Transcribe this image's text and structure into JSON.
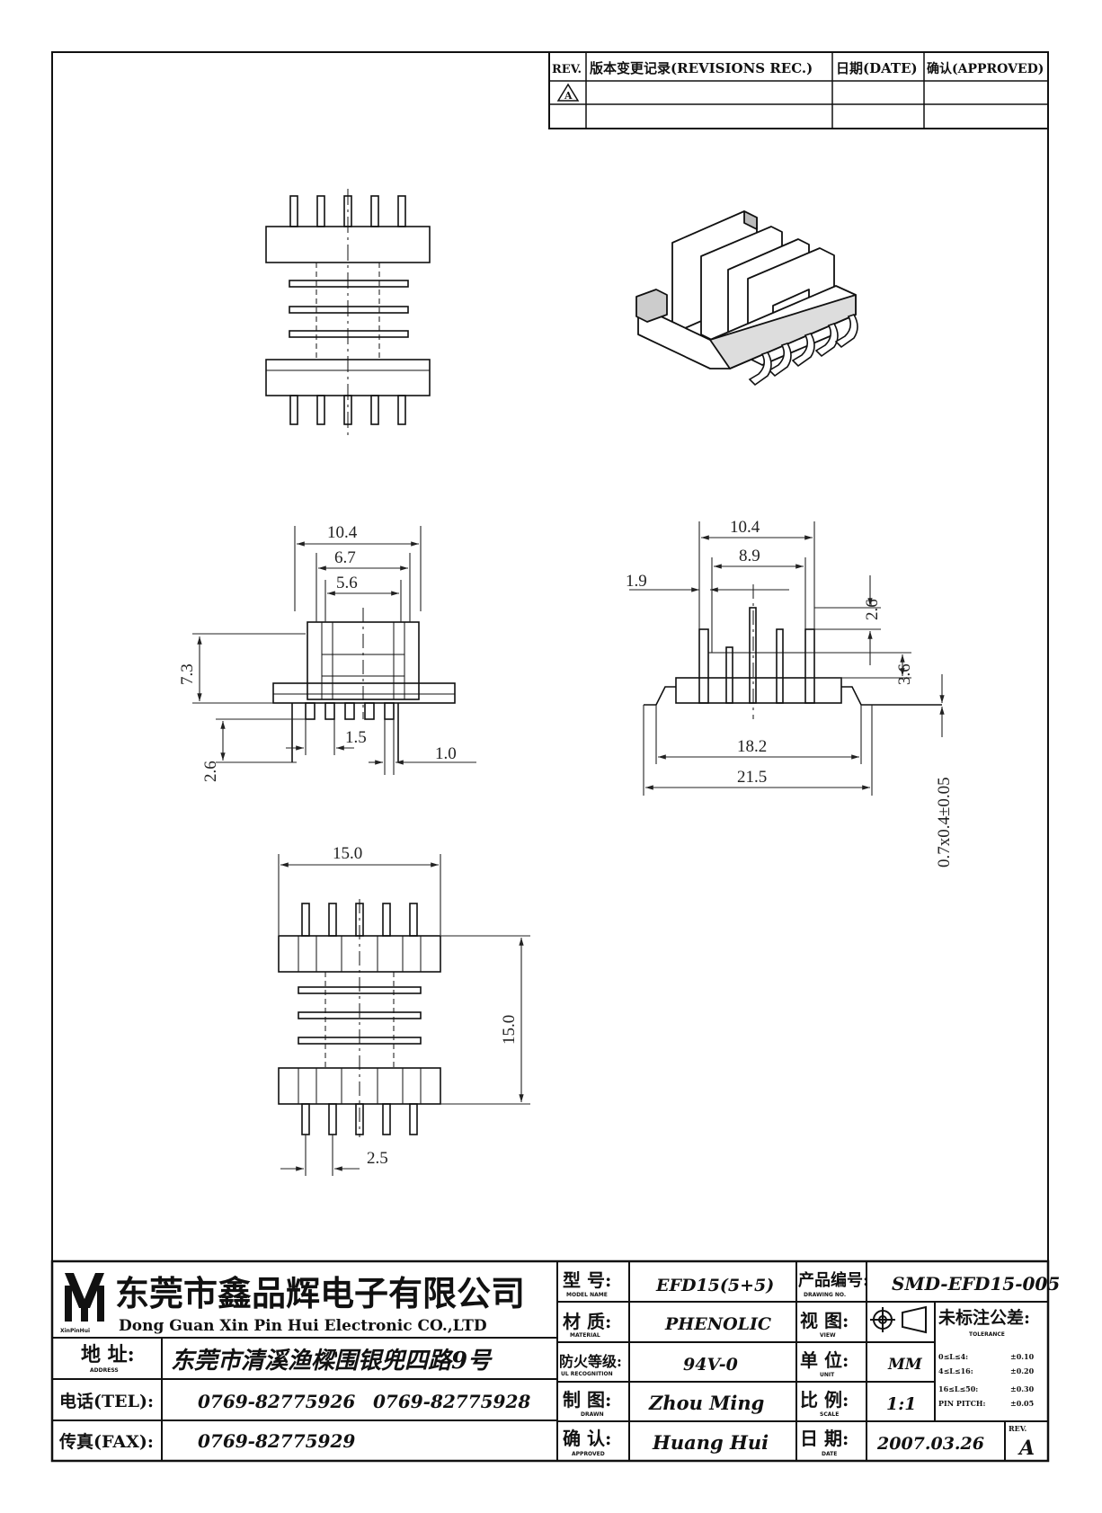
{
  "revision_table": {
    "rev_header": "REV.",
    "rec_header": "版本变更记录(REVISIONS REC.)",
    "date_header": "日期(DATE)",
    "approved_header": "确认(APPROVED)",
    "rows": [
      {
        "rev": "A",
        "rec": "",
        "date": "",
        "approved": ""
      },
      {
        "rev": "",
        "rec": "",
        "date": "",
        "approved": ""
      }
    ]
  },
  "dimensions": {
    "front_width": "10.4",
    "front_inner": "6.7",
    "front_core": "5.6",
    "front_height": "7.3",
    "front_pin_len": "2.6",
    "front_pitch": "1.5",
    "front_pin_w": "1.0",
    "side_width": "10.4",
    "side_inner": "8.9",
    "side_flange": "1.9",
    "side_top": "2.6",
    "side_core": "3.6",
    "side_pin_span": "18.2",
    "side_total": "21.5",
    "side_pin_thick": "0.7x0.4±0.05",
    "bottom_width": "15.0",
    "bottom_height": "15.0",
    "bottom_pitch": "2.5"
  },
  "title_block": {
    "company_cn": "东莞市鑫品辉电子有限公司",
    "company_en": "Dong Guan Xin Pin Hui Electronic CO.,LTD",
    "logo_caption": "XinPinHui",
    "address_label": "地 址:",
    "address_label_en": "ADDRESS",
    "address": "东莞市清溪渔樑围银兜四路9号",
    "tel_label": "电话(TEL):",
    "tel1": "0769-82775926",
    "tel2": "0769-82775928",
    "fax_label": "传真(FAX):",
    "fax": "0769-82775929",
    "model_label": "型 号:",
    "model_label_en": "MODEL NAME",
    "model": "EFD15(5+5)",
    "material_label": "材 质:",
    "material_label_en": "MATERIAL",
    "material": "PHENOLIC",
    "fire_label": "防火等级:",
    "fire_label_en": "UL RECOGNITION",
    "fire": "94V-0",
    "drawn_label": "制 图:",
    "drawn_label_en": "DRAWN",
    "drawn": "Zhou Ming",
    "approved_label": "确 认:",
    "approved_label_en": "APPROVED",
    "approved": "Huang Hui",
    "part_label": "产品编号:",
    "part_label_en": "DRAWING NO.",
    "part_no": "SMD-EFD15-005",
    "view_label": "视 图:",
    "view_label_en": "VIEW",
    "unit_label": "单 位:",
    "unit_label_en": "UNIT",
    "unit": "MM",
    "scale_label": "比 例:",
    "scale_label_en": "SCALE",
    "scale": "1:1",
    "date_label": "日 期:",
    "date_label_en": "DATE",
    "date": "2007.03.26",
    "tolerance_label": "未标注公差:",
    "tolerance_label_en": "TOLERANCE",
    "tol_rows": [
      {
        "range": "0≤L≤4:",
        "value": "±0.10"
      },
      {
        "range": "4≤L≤16:",
        "value": "±0.20"
      },
      {
        "range": "16≤L≤50:",
        "value": "±0.30"
      },
      {
        "range": "PIN PITCH:",
        "value": "±0.05"
      }
    ],
    "rev_label": "REV.",
    "rev": "A"
  }
}
